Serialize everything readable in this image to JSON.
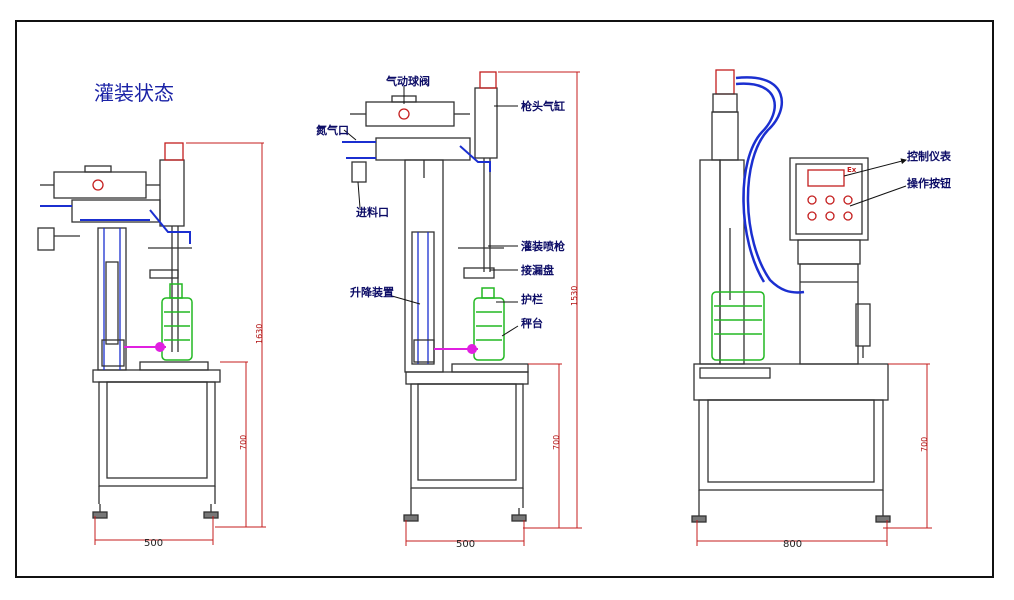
{
  "title": "灌装状态",
  "labels": {
    "valve": "气动球阀",
    "nitrogen_inlet": "氮气口",
    "feed_inlet": "进料口",
    "head_cylinder": "枪头气缸",
    "filling_gun": "灌装喷枪",
    "drip_tray": "接漏盘",
    "lifting_device": "升降装置",
    "guard_rail": "护栏",
    "scale_platform": "秤台",
    "control_meter": "控制仪表",
    "operation_buttons": "操作按钮",
    "ex_mark": "Ex"
  },
  "dimensions": {
    "view1_width": "500",
    "view2_width": "500",
    "view3_width": "800",
    "view1_height_total": "1630",
    "view1_height_table": "700",
    "view2_height_total": "1530",
    "view2_height_table": "700",
    "view3_height_table": "700"
  },
  "colors": {
    "frame": "#111111",
    "machine": "#333333",
    "pipe": "#1b2fd0",
    "dimension": "#c41e1e",
    "bottle": "#22b822",
    "clamp": "#e020e0",
    "label": "#0c0c66",
    "title": "#1a22a6"
  }
}
